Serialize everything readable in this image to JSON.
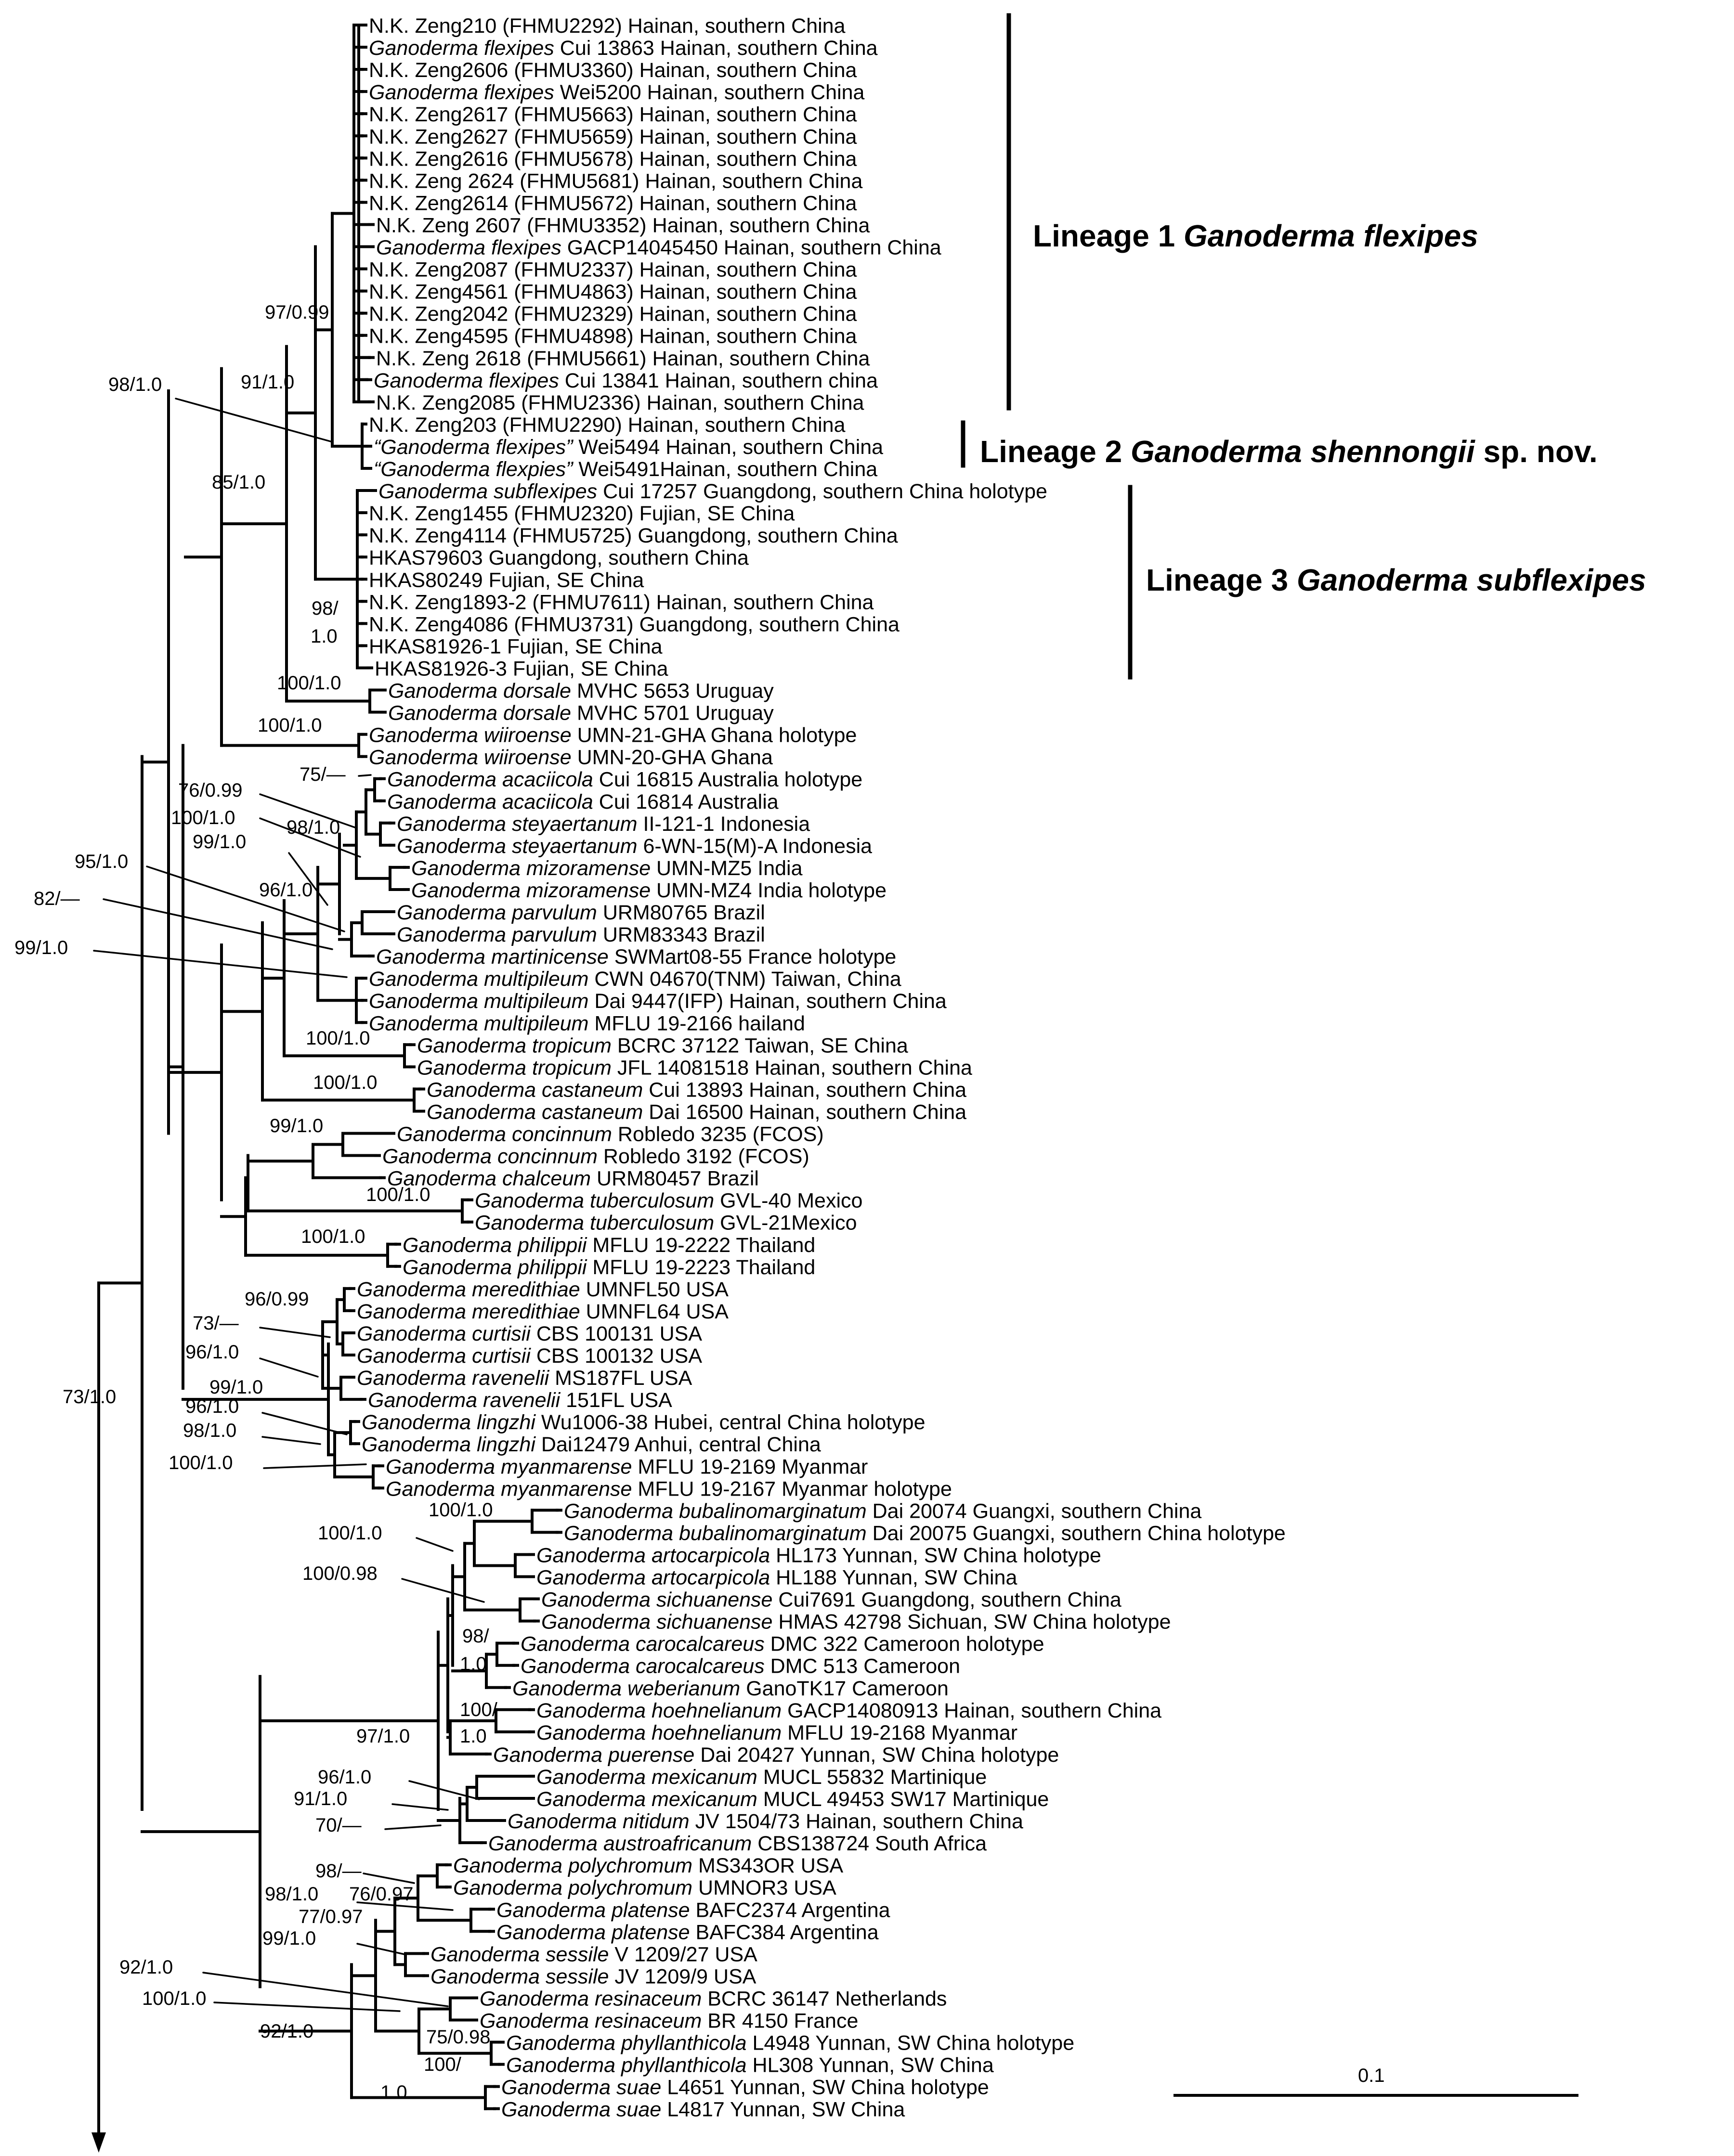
{
  "colors": {
    "green": "#1e8c2a",
    "blue": "#1f4fa8",
    "purple": "#7e1a55",
    "black": "#000000"
  },
  "scale_label": "0.1",
  "lineages": [
    {
      "prefix": "Lineage 1 ",
      "name": "Ganoderma flexipes",
      "suffix": ""
    },
    {
      "prefix": "Lineage 2 ",
      "name": "Ganoderma shennongii",
      "suffix": " sp. nov."
    },
    {
      "prefix": "Lineage 3 ",
      "name": "Ganoderma subflexipes",
      "suffix": ""
    }
  ],
  "taxa": [
    {
      "sp": "",
      "rest": "N.K. Zeng210 (FHMU2292) Hainan, southern China",
      "color": "green"
    },
    {
      "sp": "Ganoderma flexipes",
      "rest": " Cui 13863 Hainan, southern China",
      "color": "black"
    },
    {
      "sp": "",
      "rest": "N.K. Zeng2606 (FHMU3360) Hainan, southern China",
      "color": "green"
    },
    {
      "sp": "Ganoderma flexipes",
      "rest": "  Wei5200 Hainan, southern China",
      "color": "black"
    },
    {
      "sp": "",
      "rest": "N.K. Zeng2617 (FHMU5663) Hainan, southern China",
      "color": "green"
    },
    {
      "sp": "",
      "rest": "N.K. Zeng2627 (FHMU5659) Hainan, southern China",
      "color": "green"
    },
    {
      "sp": "",
      "rest": "N.K. Zeng2616 (FHMU5678) Hainan, southern China",
      "color": "green"
    },
    {
      "sp": "",
      "rest": "N.K. Zeng 2624 (FHMU5681) Hainan, southern China",
      "color": "green"
    },
    {
      "sp": "",
      "rest": "N.K. Zeng2614 (FHMU5672) Hainan, southern China",
      "color": "green"
    },
    {
      "sp": "",
      "rest": "N.K. Zeng 2607 (FHMU3352) Hainan, southern China",
      "color": "green"
    },
    {
      "sp": "Ganoderma flexipes",
      "rest": " GACP14045450  Hainan, southern China",
      "color": "black"
    },
    {
      "sp": "",
      "rest": "N.K. Zeng2087 (FHMU2337) Hainan, southern China",
      "color": "green"
    },
    {
      "sp": "",
      "rest": "N.K. Zeng4561 (FHMU4863) Hainan, southern China",
      "color": "green"
    },
    {
      "sp": "",
      "rest": "N.K. Zeng2042 (FHMU2329) Hainan, southern China",
      "color": "green"
    },
    {
      "sp": "",
      "rest": "N.K. Zeng4595 (FHMU4898) Hainan, southern China",
      "color": "green"
    },
    {
      "sp": "",
      "rest": "N.K. Zeng 2618 (FHMU5661) Hainan, southern China",
      "color": "green"
    },
    {
      "sp": "Ganoderma flexipes",
      "rest": " Cui 13841 Hainan, southern china",
      "color": "black"
    },
    {
      "sp": "",
      "rest": "N.K. Zeng2085 (FHMU2336) Hainan, southern China",
      "color": "green"
    },
    {
      "sp": "",
      "rest": "N.K. Zeng203 (FHMU2290) Hainan, southern China",
      "color": "blue"
    },
    {
      "sp": "“Ganoderma flexipes”",
      "rest": "  Wei5494 Hainan, southern China",
      "color": "black"
    },
    {
      "sp": "“Ganoderma flexpies”",
      "rest": "  Wei5491Hainan, southern China",
      "color": "black"
    },
    {
      "sp": "Ganoderma subflexipes",
      "rest": " Cui 17257 Guangdong, southern China holotype",
      "color": "black"
    },
    {
      "sp": "",
      "rest": "N.K. Zeng1455 (FHMU2320) Fujian, SE China",
      "color": "purple"
    },
    {
      "sp": "",
      "rest": "N.K. Zeng4114 (FHMU5725) Guangdong, southern China",
      "color": "purple"
    },
    {
      "sp": "",
      "rest": "HKAS79603 Guangdong, southern China",
      "color": "purple"
    },
    {
      "sp": "",
      "rest": "HKAS80249 Fujian, SE China",
      "color": "purple"
    },
    {
      "sp": "",
      "rest": "N.K. Zeng1893-2 (FHMU7611) Hainan, southern China",
      "color": "purple"
    },
    {
      "sp": "",
      "rest": "N.K. Zeng4086 (FHMU3731) Guangdong, southern China",
      "color": "purple"
    },
    {
      "sp": "",
      "rest": "HKAS81926-1 Fujian, SE China",
      "color": "purple"
    },
    {
      "sp": "",
      "rest": "HKAS81926-3 Fujian, SE China",
      "color": "purple"
    },
    {
      "sp": "Ganoderma dorsale",
      "rest": " MVHC 5653 Uruguay",
      "color": "black"
    },
    {
      "sp": "Ganoderma dorsale",
      "rest": " MVHC 5701 Uruguay",
      "color": "black"
    },
    {
      "sp": "Ganoderma wiiroense",
      "rest": " UMN-21-GHA Ghana holotype",
      "color": "black"
    },
    {
      "sp": "Ganoderma wiiroense",
      "rest": " UMN-20-GHA Ghana",
      "color": "black"
    },
    {
      "sp": "Ganoderma acaciicola",
      "rest": " Cui 16815 Australia holotype",
      "color": "black"
    },
    {
      "sp": "Ganoderma acaciicola",
      "rest": " Cui 16814 Australia",
      "color": "black"
    },
    {
      "sp": "Ganoderma steyaertanum",
      "rest": " II-121-1 Indonesia",
      "color": "black"
    },
    {
      "sp": "Ganoderma steyaertanum",
      "rest": " 6-WN-15(M)-A Indonesia",
      "color": "black"
    },
    {
      "sp": "Ganoderma mizoramense",
      "rest": " UMN-MZ5 India",
      "color": "black"
    },
    {
      "sp": "Ganoderma mizoramense",
      "rest": " UMN-MZ4 India holotype",
      "color": "black"
    },
    {
      "sp": "Ganoderma parvulum",
      "rest": " URM80765 Brazil",
      "color": "black"
    },
    {
      "sp": "Ganoderma parvulum",
      "rest": " URM83343 Brazil",
      "color": "black"
    },
    {
      "sp": "Ganoderma martinicense",
      "rest": " SWMart08-55 France holotype",
      "color": "black"
    },
    {
      "sp": "Ganoderma multipileum",
      "rest": " CWN 04670(TNM) Taiwan, China",
      "color": "black"
    },
    {
      "sp": "Ganoderma multipileum",
      "rest": " Dai 9447(IFP) Hainan, southern China",
      "color": "black"
    },
    {
      "sp": "Ganoderma multipileum",
      "rest": " MFLU 19-2166  hailand",
      "color": "black"
    },
    {
      "sp": "Ganoderma tropicum",
      "rest": " BCRC 37122 Taiwan, SE China",
      "color": "black"
    },
    {
      "sp": "Ganoderma tropicum",
      "rest": " JFL 14081518  Hainan, southern China",
      "color": "black"
    },
    {
      "sp": "Ganoderma castaneum",
      "rest": " Cui 13893 Hainan, southern China",
      "color": "black"
    },
    {
      "sp": "Ganoderma castaneum",
      "rest": " Dai 16500 Hainan, southern China",
      "color": "black"
    },
    {
      "sp": "Ganoderma concinnum",
      "rest": " Robledo 3235 (FCOS)",
      "color": "black"
    },
    {
      "sp": "Ganoderma concinnum",
      "rest": " Robledo 3192 (FCOS)",
      "color": "black"
    },
    {
      "sp": "Ganoderma chalceum",
      "rest": " URM80457 Brazil",
      "color": "black"
    },
    {
      "sp": "Ganoderma tuberculosum",
      "rest": " GVL-40 Mexico",
      "color": "black"
    },
    {
      "sp": "Ganoderma tuberculosum",
      "rest": " GVL-21Mexico",
      "color": "black"
    },
    {
      "sp": "Ganoderma philippii",
      "rest": " MFLU 19-2222 Thailand",
      "color": "black"
    },
    {
      "sp": "Ganoderma philippii",
      "rest": " MFLU 19-2223 Thailand",
      "color": "black"
    },
    {
      "sp": "Ganoderma meredithiae",
      "rest": " UMNFL50 USA",
      "color": "black"
    },
    {
      "sp": "Ganoderma meredithiae",
      "rest": " UMNFL64 USA",
      "color": "black"
    },
    {
      "sp": "Ganoderma curtisii",
      "rest": " CBS 100131 USA",
      "color": "black"
    },
    {
      "sp": "Ganoderma curtisii",
      "rest": " CBS 100132 USA",
      "color": "black"
    },
    {
      "sp": "Ganoderma ravenelii",
      "rest": " MS187FL USA",
      "color": "black"
    },
    {
      "sp": "Ganoderma ravenelii",
      "rest": " 151FL USA",
      "color": "black"
    },
    {
      "sp": "Ganoderma lingzhi",
      "rest": " Wu1006-38 Hubei, central China holotype",
      "color": "black"
    },
    {
      "sp": "Ganoderma lingzhi",
      "rest": " Dai12479 Anhui, central China",
      "color": "black"
    },
    {
      "sp": "Ganoderma myanmarense",
      "rest": " MFLU 19-2169 Myanmar",
      "color": "black"
    },
    {
      "sp": "Ganoderma myanmarense",
      "rest": " MFLU 19-2167 Myanmar holotype",
      "color": "black"
    },
    {
      "sp": "Ganoderma bubalinomarginatum",
      "rest": " Dai 20074 Guangxi, southern China",
      "color": "black"
    },
    {
      "sp": "Ganoderma bubalinomarginatum",
      "rest": " Dai 20075 Guangxi, southern China holotype",
      "color": "black"
    },
    {
      "sp": "Ganoderma artocarpicola",
      "rest": " HL173 Yunnan, SW China holotype",
      "color": "black"
    },
    {
      "sp": "Ganoderma artocarpicola",
      "rest": " HL188 Yunnan, SW China",
      "color": "black"
    },
    {
      "sp": "Ganoderma sichuanense",
      "rest": " Cui7691 Guangdong, southern China",
      "color": "black"
    },
    {
      "sp": "Ganoderma sichuanense",
      "rest": " HMAS 42798 Sichuan, SW China holotype",
      "color": "black"
    },
    {
      "sp": "Ganoderma carocalcareus",
      "rest": " DMC 322 Cameroon holotype",
      "color": "black"
    },
    {
      "sp": "Ganoderma carocalcareus",
      "rest": " DMC 513 Cameroon",
      "color": "black"
    },
    {
      "sp": "Ganoderma weberianum",
      "rest": " GanoTK17 Cameroon",
      "color": "black"
    },
    {
      "sp": "Ganoderma hoehnelianum",
      "rest": " GACP14080913 Hainan, southern China",
      "color": "black"
    },
    {
      "sp": "Ganoderma hoehnelianum",
      "rest": " MFLU 19-2168 Myanmar",
      "color": "black"
    },
    {
      "sp": "Ganoderma puerense",
      "rest": " Dai 20427 Yunnan, SW China holotype",
      "color": "black"
    },
    {
      "sp": "Ganoderma mexicanum",
      "rest": "  MUCL 55832  Martinique",
      "color": "black"
    },
    {
      "sp": "Ganoderma mexicanum",
      "rest": " MUCL 49453 SW17 Martinique",
      "color": "black"
    },
    {
      "sp": "Ganoderma nitidum",
      "rest": " JV 1504/73 Hainan, southern China",
      "color": "black"
    },
    {
      "sp": "Ganoderma austroafricanum",
      "rest": " CBS138724 South Africa",
      "color": "black"
    },
    {
      "sp": "Ganoderma polychromum",
      "rest": " MS343OR USA",
      "color": "black"
    },
    {
      "sp": "Ganoderma polychromum",
      "rest": " UMNOR3 USA",
      "color": "black"
    },
    {
      "sp": "Ganoderma platense",
      "rest": " BAFC2374 Argentina",
      "color": "black"
    },
    {
      "sp": "Ganoderma platense",
      "rest": " BAFC384 Argentina",
      "color": "black"
    },
    {
      "sp": "Ganoderma sessile",
      "rest": " V 1209/27 USA",
      "color": "black"
    },
    {
      "sp": "Ganoderma sessile",
      "rest": " JV 1209/9 USA",
      "color": "black"
    },
    {
      "sp": "Ganoderma resinaceum",
      "rest": " BCRC 36147 Netherlands",
      "color": "black"
    },
    {
      "sp": "Ganoderma resinaceum",
      "rest": " BR 4150  France",
      "color": "black"
    },
    {
      "sp": "Ganoderma phyllanthicola",
      "rest": " L4948 Yunnan, SW China holotype",
      "color": "black"
    },
    {
      "sp": "Ganoderma phyllanthicola",
      "rest": " HL308 Yunnan, SW China",
      "color": "black"
    },
    {
      "sp": "Ganoderma suae",
      "rest": " L4651 Yunnan, SW China holotype",
      "color": "black"
    },
    {
      "sp": "Ganoderma suae",
      "rest": " L4817 Yunnan, SW China",
      "color": "black"
    }
  ],
  "supports": [
    "97/0.99",
    "91/1.0",
    "98/1.0",
    "85/1.0",
    "98/",
    "1.0",
    "100/1.0",
    "100/1.0",
    "75/—",
    "76/0.99",
    "100/1.0",
    "98/1.0",
    "99/1.0",
    "95/1.0",
    "96/1.0",
    "82/—",
    "99/1.0",
    "100/1.0",
    "100/1.0",
    "99/1.0",
    "100/1.0",
    "100/1.0",
    "96/0.99",
    "73/—",
    "96/1.0",
    "99/1.0",
    "96/1.0",
    "98/1.0",
    "100/1.0",
    "73/1.0",
    "100/1.0",
    "100/1.0",
    "100/0.98",
    "98/",
    "1.0",
    "100/",
    "1.0",
    "97/1.0",
    "96/1.0",
    "91/1.0",
    "70/—",
    "98/—",
    "76/0.97",
    "98/1.0",
    "77/0.97",
    "99/1.0",
    "92/1.0",
    "100/1.0",
    "92/1.0",
    "75/0.98",
    "100/",
    "1.0",
    "100/1.0"
  ]
}
